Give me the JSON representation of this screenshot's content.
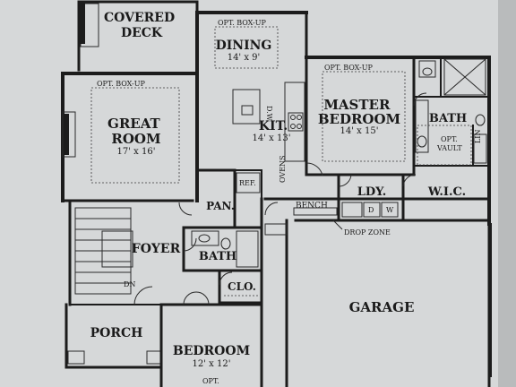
{
  "plan": {
    "paper_color": "#d4d6d7",
    "ink_color": "#1c1c1c",
    "rooms": {
      "covered_deck": "COVERED\nDECK",
      "dining": "DINING",
      "dining_dim": "14' x 9'",
      "dining_note": "OPT. BOX-UP",
      "great_room": "GREAT\nROOM",
      "great_room_dim": "17' x 16'",
      "great_room_note": "OPT. BOX-UP",
      "kitchen": "KIT.",
      "kitchen_dim": "14' x 13'",
      "master_bedroom": "MASTER\nBEDROOM",
      "master_bedroom_dim": "14' x 15'",
      "master_note": "OPT. BOX-UP",
      "master_bath": "BATH",
      "opt_vault": "OPT.\nVAULT",
      "lin": "LIN",
      "pantry": "PAN.",
      "ref": "REF.",
      "ovens": "OVENS",
      "dw": "D.W.",
      "bench": "BENCH",
      "laundry": "LDY.",
      "washer": "W",
      "dryer": "D",
      "wic": "W.I.C.",
      "drop_zone": "DROP ZONE",
      "foyer": "FOYER",
      "dn": "DN",
      "bath": "BATH",
      "closet": "CLO.",
      "garage": "GARAGE",
      "porch": "PORCH",
      "bedroom": "BEDROOM",
      "bedroom_dim": "12' x 12'",
      "bedroom_note": "OPT."
    }
  }
}
